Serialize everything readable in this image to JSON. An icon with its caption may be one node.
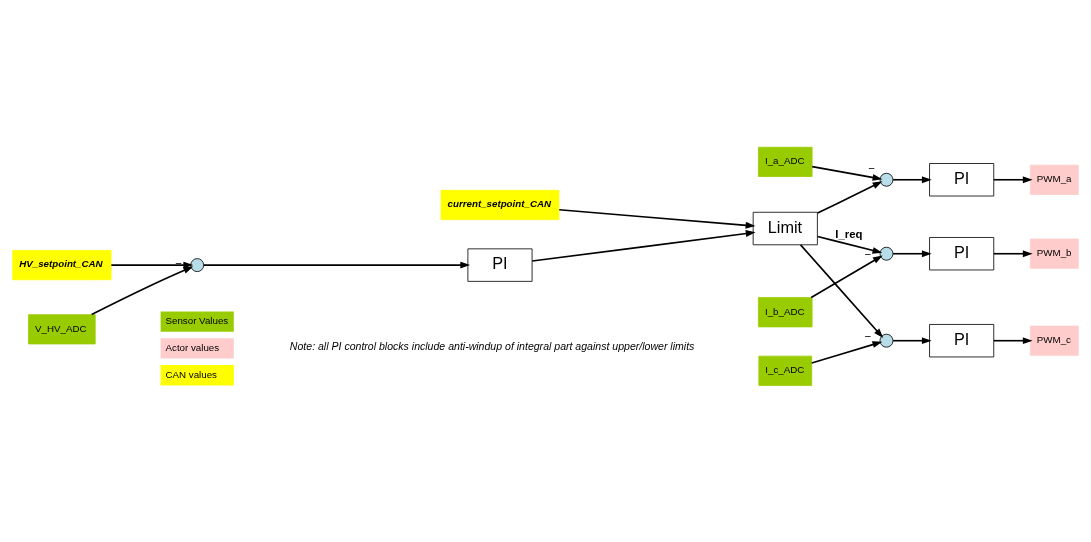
{
  "diagram": {
    "nodes": [
      {
        "text": [
          "current_setpoint_CAN"
        ]
      },
      {
        "text": [
          "HV_setpoint_CAN"
        ]
      },
      {
        "text": [
          "V_HV_ADC"
        ]
      },
      {
        "text": [],
        "shape": "circle"
      },
      {
        "text": [
          "PI"
        ]
      },
      {
        "text": [
          "Limit"
        ]
      },
      {
        "text": [
          "I_a_ADC"
        ]
      },
      {
        "text": [],
        "shape": "circle"
      },
      {
        "text": [
          "PI"
        ]
      },
      {
        "text": [
          "PWM_a"
        ]
      },
      {
        "text": [
          "I_b_ADC"
        ]
      },
      {
        "text": [],
        "shape": "circle"
      },
      {
        "text": [
          "PI"
        ]
      },
      {
        "text": [
          "PWM_b"
        ]
      },
      {
        "text": [
          "I_c_ADC"
        ]
      },
      {
        "text": [],
        "shape": "circle"
      },
      {
        "text": [
          "PI"
        ]
      },
      {
        "text": [
          "PWM_c"
        ]
      }
    ],
    "edges": [
      {
        "from": 1,
        "to": 3,
        "arrow": "to"
      },
      {
        "from": 2,
        "to": 3,
        "arrow": "to",
        "label": "−"
      },
      {
        "from": 3,
        "to": 4,
        "arrow": "to"
      },
      {
        "from": 4,
        "to": 5,
        "arrow": "to"
      },
      {
        "from": 0,
        "to": 5,
        "arrow": "to"
      },
      {
        "from": 5,
        "to": 7,
        "arrow": "to"
      },
      {
        "from": 5,
        "to": 11,
        "arrow": "to",
        "label": "I_req"
      },
      {
        "from": 5,
        "to": 15,
        "arrow": "to"
      },
      {
        "from": 6,
        "to": 7,
        "arrow": "to",
        "label": "−"
      },
      {
        "from": 7,
        "to": 8,
        "arrow": "to"
      },
      {
        "from": 8,
        "to": 9,
        "arrow": "to"
      },
      {
        "from": 10,
        "to": 11,
        "arrow": "to",
        "label": "−"
      },
      {
        "from": 11,
        "to": 12,
        "arrow": "to"
      },
      {
        "from": 12,
        "to": 13,
        "arrow": "to"
      },
      {
        "from": 14,
        "to": 15,
        "arrow": "to",
        "label": "−"
      },
      {
        "from": 15,
        "to": 16,
        "arrow": "to"
      },
      {
        "from": 16,
        "to": 17,
        "arrow": "to"
      }
    ],
    "labels": [
      "Note: all PI control blocks include anti-windup of integral part against upper/lower limits"
    ],
    "legend": [
      {
        "text": "Sensor Values",
        "color": "#99cc00"
      },
      {
        "text": "Actor values",
        "color": "#ffcccc"
      },
      {
        "text": "CAN values",
        "color": "#ffff00"
      }
    ]
  }
}
